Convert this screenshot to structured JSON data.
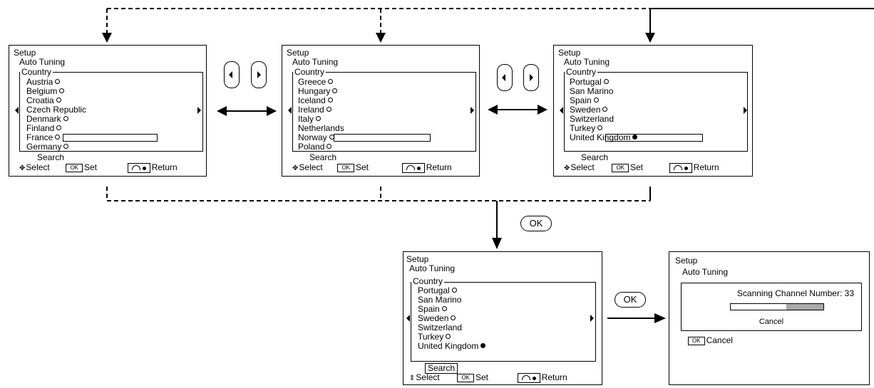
{
  "screens": {
    "s1": {
      "setup": "Setup",
      "auto_tuning": "Auto Tuning",
      "country": "Country",
      "items": [
        {
          "label": "Austria",
          "dot": "o"
        },
        {
          "label": "Belgium",
          "dot": "o"
        },
        {
          "label": "Croatia",
          "dot": "o"
        },
        {
          "label": "Czech Republic",
          "dot": ""
        },
        {
          "label": "Denmark",
          "dot": "o"
        },
        {
          "label": "Finland",
          "dot": "o"
        },
        {
          "label": "France",
          "dot": "o"
        },
        {
          "label": "Germany",
          "dot": "o"
        }
      ],
      "search": "Search",
      "select": "Select",
      "ok": "OK",
      "set": "Set",
      "return": "Return"
    },
    "s2": {
      "setup": "Setup",
      "auto_tuning": "Auto Tuning",
      "country": "Country",
      "items": [
        {
          "label": "Greece",
          "dot": "o"
        },
        {
          "label": "Hungary",
          "dot": "o"
        },
        {
          "label": "Iceland",
          "dot": "o"
        },
        {
          "label": "Ireland",
          "dot": "o"
        },
        {
          "label": "Italy",
          "dot": "o"
        },
        {
          "label": "Netherlands",
          "dot": ""
        },
        {
          "label": "Norway",
          "dot": "o"
        },
        {
          "label": "Poland",
          "dot": "o"
        }
      ],
      "search": "Search",
      "select": "Select",
      "ok": "OK",
      "set": "Set",
      "return": "Return"
    },
    "s3": {
      "setup": "Setup",
      "auto_tuning": "Auto Tuning",
      "country": "Country",
      "items": [
        {
          "label": "Portugal",
          "dot": "o"
        },
        {
          "label": "San Marino",
          "dot": ""
        },
        {
          "label": "Spain",
          "dot": "o"
        },
        {
          "label": "Sweden",
          "dot": "o"
        },
        {
          "label": "Switzerland",
          "dot": ""
        },
        {
          "label": "Turkey",
          "dot": "o"
        },
        {
          "label": "United Kingdom",
          "dot": "filled"
        }
      ],
      "search": "Search",
      "select": "Select",
      "ok": "OK",
      "set": "Set",
      "return": "Return"
    },
    "s4": {
      "setup": "Setup",
      "auto_tuning": "Auto Tuning",
      "country": "Country",
      "items": [
        {
          "label": "Portugal",
          "dot": "o"
        },
        {
          "label": "San Marino",
          "dot": ""
        },
        {
          "label": "Spain",
          "dot": "o"
        },
        {
          "label": "Sweden",
          "dot": "o"
        },
        {
          "label": "Switzerland",
          "dot": ""
        },
        {
          "label": "Turkey",
          "dot": "o"
        },
        {
          "label": "United Kingdom",
          "dot": "filled"
        }
      ],
      "search": "Search",
      "select": "Select",
      "ok": "OK",
      "set": "Set",
      "return": "Return"
    },
    "s5": {
      "setup": "Setup",
      "auto_tuning": "Auto Tuning",
      "scanning": "Scanning Channel Number: 33",
      "progress": 0.4,
      "cancel": "Cancel",
      "ok": "OK",
      "ok_cancel": "Cancel"
    }
  },
  "ok_button_label": "OK"
}
